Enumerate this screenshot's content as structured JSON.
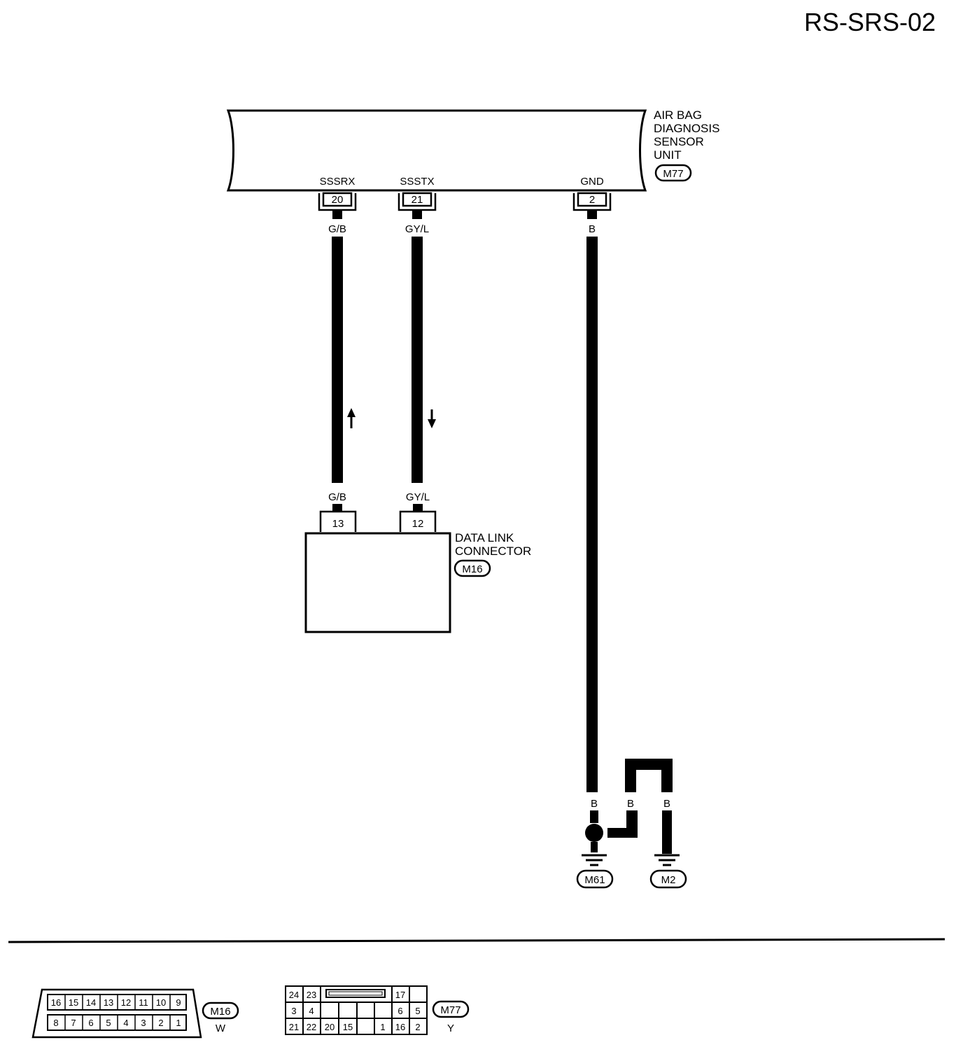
{
  "page_title": "RS-SRS-02",
  "sensor_unit": {
    "name_lines": [
      "AIR BAG",
      "DIAGNOSIS",
      "SENSOR",
      "UNIT"
    ],
    "connector": "M77",
    "terminals": [
      {
        "signal": "SSSRX",
        "pin": "20",
        "wire": "G/B"
      },
      {
        "signal": "SSSTX",
        "pin": "21",
        "wire": "GY/L"
      },
      {
        "signal": "GND",
        "pin": "2",
        "wire": "B"
      }
    ]
  },
  "data_link_connector": {
    "name_lines": [
      "DATA LINK",
      "CONNECTOR"
    ],
    "connector": "M16",
    "terminals": [
      {
        "pin": "13",
        "wire": "G/B"
      },
      {
        "pin": "12",
        "wire": "GY/L"
      }
    ]
  },
  "grounds": {
    "wire_labels": [
      "B",
      "B",
      "B"
    ],
    "points": [
      "M61",
      "M2"
    ]
  },
  "connector_views": {
    "m16": {
      "id": "M16",
      "color": "W",
      "top_row": [
        "16",
        "15",
        "14",
        "13",
        "12",
        "11",
        "10",
        "9"
      ],
      "bottom_row": [
        "8",
        "7",
        "6",
        "5",
        "4",
        "3",
        "2",
        "1"
      ]
    },
    "m77": {
      "id": "M77",
      "color": "Y",
      "row1": [
        "24",
        "23",
        "17"
      ],
      "row2": [
        "3",
        "4",
        "6",
        "5"
      ],
      "row3": [
        "21",
        "22",
        "20",
        "15",
        "1",
        "16",
        "2"
      ]
    }
  }
}
